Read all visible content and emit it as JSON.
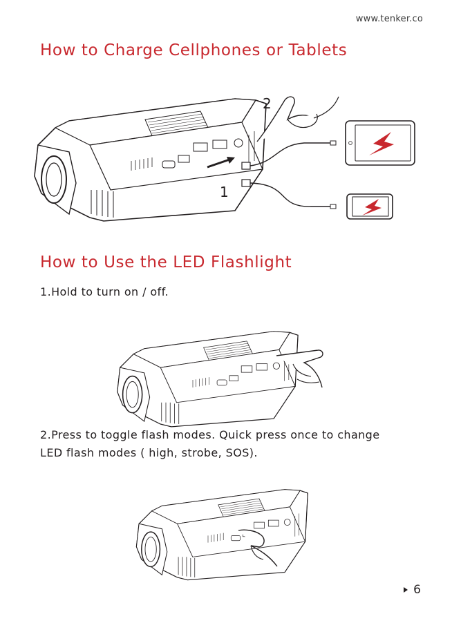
{
  "header": {
    "url": "www.tenker.co"
  },
  "section_charge": {
    "title": "How to Charge Cellphones or Tablets",
    "callout_1": "1",
    "callout_2": "2"
  },
  "section_flashlight": {
    "title": "How to Use the LED Flashlight",
    "step_1": "1.Hold to turn on / off.",
    "step_2_line1": "2.Press to toggle flash modes. Quick press once to change",
    "step_2_line2": "LED flash modes ( high, strobe, SOS)."
  },
  "footer": {
    "page_number": "6"
  },
  "colors": {
    "heading": "#c8282e",
    "text": "#231f20",
    "accent_bolt": "#c8282e"
  },
  "icons": [
    "jump-starter-illustration",
    "hand-icon",
    "tablet-icon",
    "phone-icon",
    "lightning-bolt-icon",
    "usb-cable-icon",
    "page-arrow-icon"
  ]
}
